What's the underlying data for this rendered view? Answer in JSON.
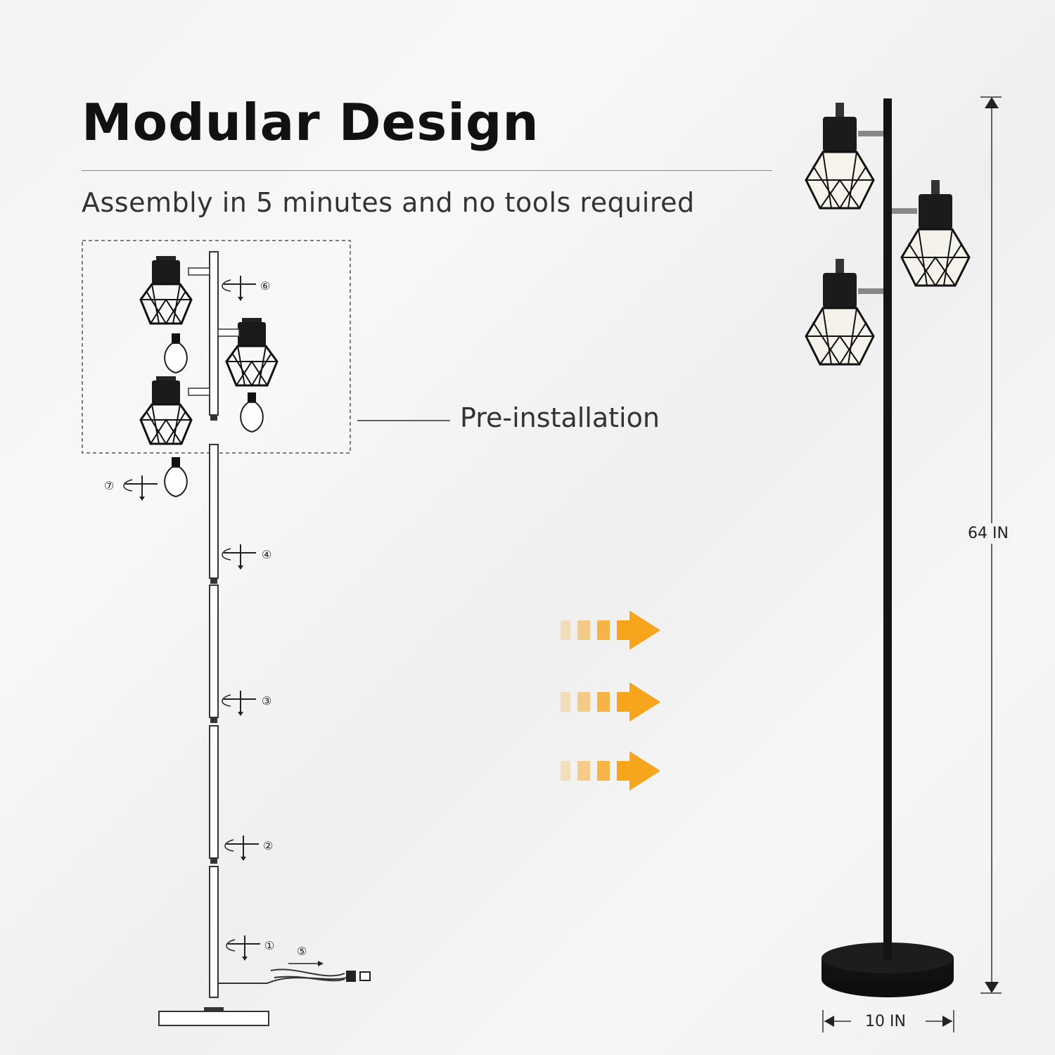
{
  "header": {
    "title": "Modular Design",
    "subtitle": "Assembly in 5 minutes and no tools required"
  },
  "callout": {
    "pre_installation": "Pre-installation"
  },
  "steps": [
    "①",
    "②",
    "③",
    "④",
    "⑤",
    "⑥",
    "⑦"
  ],
  "dimensions": {
    "height": "64 IN",
    "width": "10 IN"
  },
  "colors": {
    "arrow": "#f7a51c",
    "lamp": "#111111",
    "diagram_line": "#333333"
  },
  "icons": [
    "rotate-arrow-icon",
    "bulb-icon",
    "cage-shade-icon",
    "plug-icon",
    "direction-arrow-icon"
  ]
}
